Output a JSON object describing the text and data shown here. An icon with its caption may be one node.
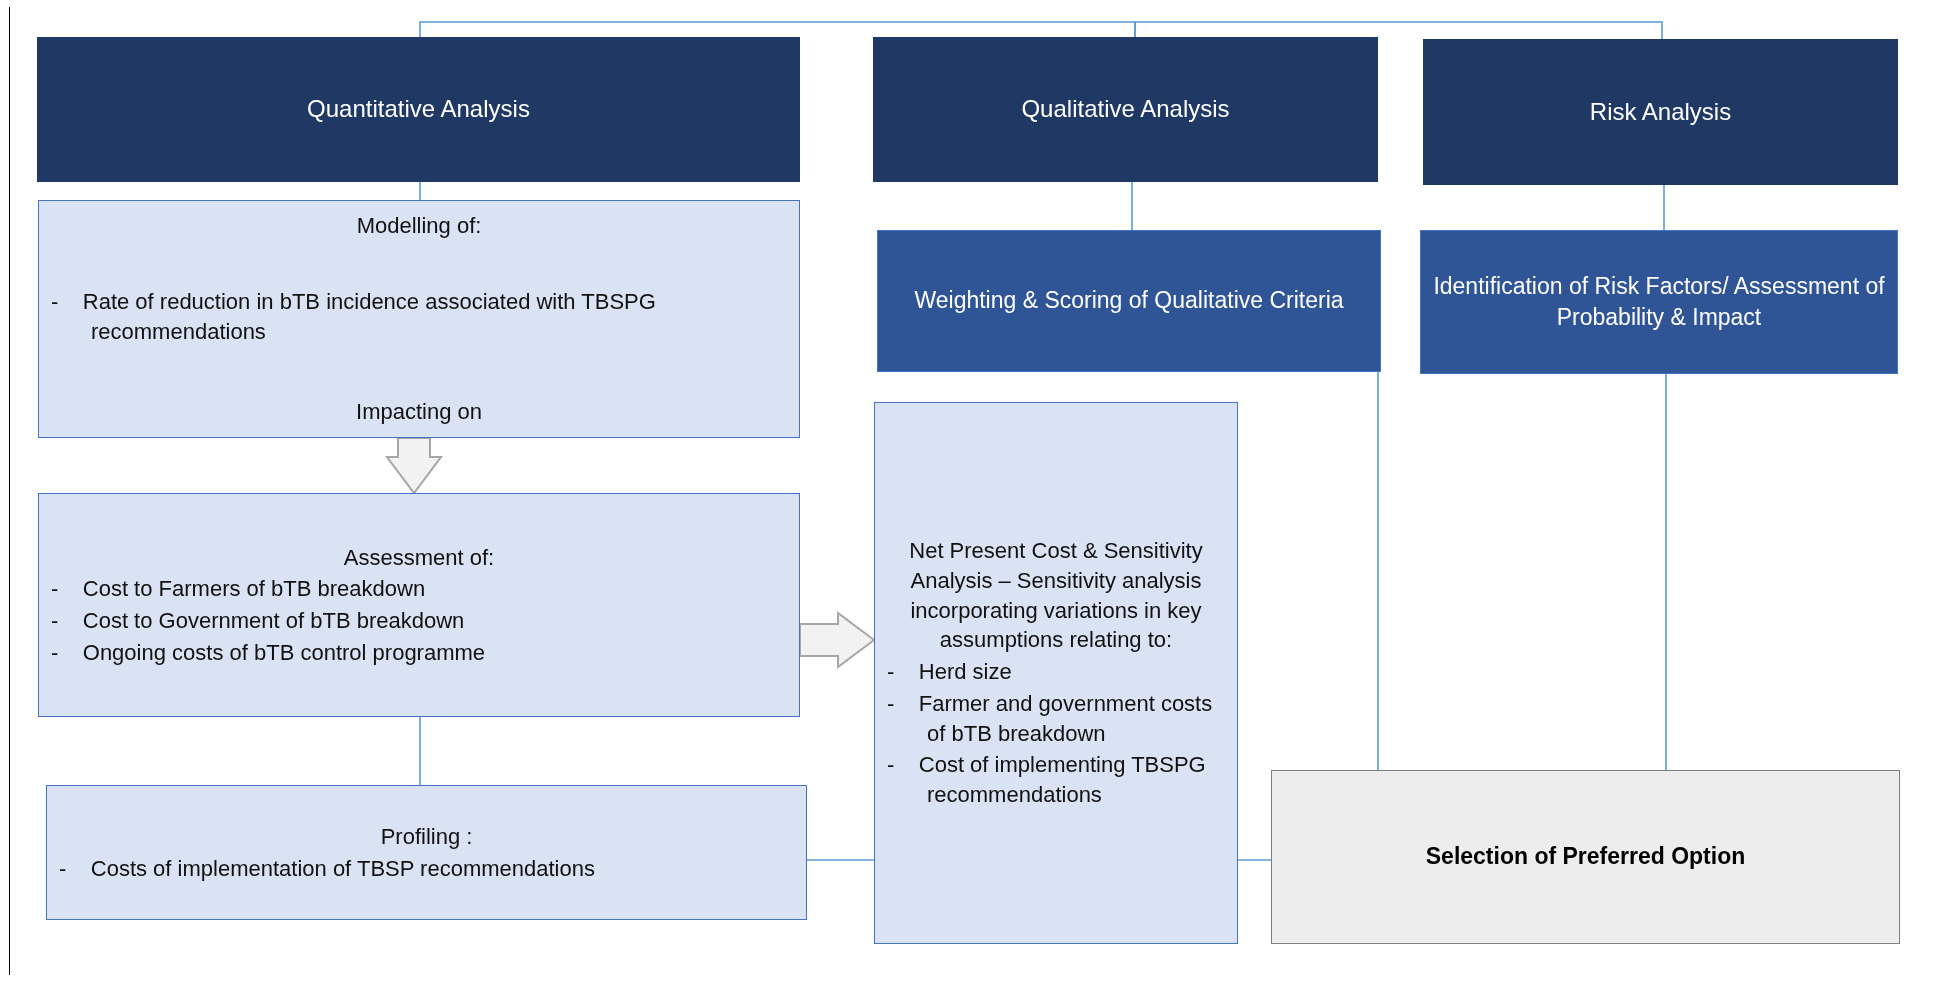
{
  "diagram": {
    "nodes": [
      {
        "text": [
          "Quantitative Analysis"
        ]
      },
      {
        "text": [
          "Qualitative Analysis"
        ]
      },
      {
        "text": [
          "Risk Analysis"
        ]
      },
      {
        "text": [
          "Modelling of:",
          "-    Rate of reduction in bTB incidence associated with TBSPG recommendations",
          "Impacting on"
        ]
      },
      {
        "text": [
          "Weighting & Scoring of Qualitative Criteria"
        ]
      },
      {
        "text": [
          "Identification of Risk Factors/ Assessment of Probability & Impact"
        ]
      },
      {
        "text": [
          "Assessment of:",
          "-    Cost to Farmers of bTB breakdown",
          "-    Cost to Government of bTB breakdown",
          "-    Ongoing costs of bTB control programme"
        ]
      },
      {
        "text": [
          "Net Present Cost & Sensitivity Analysis – Sensitivity analysis incorporating variations in key assumptions relating to:",
          "-    Herd size",
          "-    Farmer and government costs of bTB breakdown",
          "-    Cost of implementing TBSPG recommendations"
        ]
      },
      {
        "text": [
          "Profiling :",
          "-    Costs of implementation of TBSP recommendations"
        ]
      },
      {
        "text": [
          "Selection of Preferred Option"
        ]
      }
    ],
    "edges": [
      {
        "from": 0,
        "to": 1,
        "arrow": "none"
      },
      {
        "from": 1,
        "to": 2,
        "arrow": "none"
      },
      {
        "from": 0,
        "to": 3,
        "arrow": "none"
      },
      {
        "from": 1,
        "to": 4,
        "arrow": "none"
      },
      {
        "from": 2,
        "to": 5,
        "arrow": "none"
      },
      {
        "from": 3,
        "to": 6,
        "arrow": "to",
        "style": "thick",
        "color": "#a6a6a6"
      },
      {
        "from": 6,
        "to": 8,
        "arrow": "none"
      },
      {
        "from": 6,
        "to": 7,
        "arrow": "to",
        "style": "thick",
        "color": "#a6a6a6"
      },
      {
        "from": 8,
        "to": 7,
        "arrow": "none"
      },
      {
        "from": 7,
        "to": 9,
        "arrow": "none"
      },
      {
        "from": 4,
        "to": 9,
        "arrow": "none"
      },
      {
        "from": 5,
        "to": 9,
        "arrow": "none"
      }
    ]
  }
}
